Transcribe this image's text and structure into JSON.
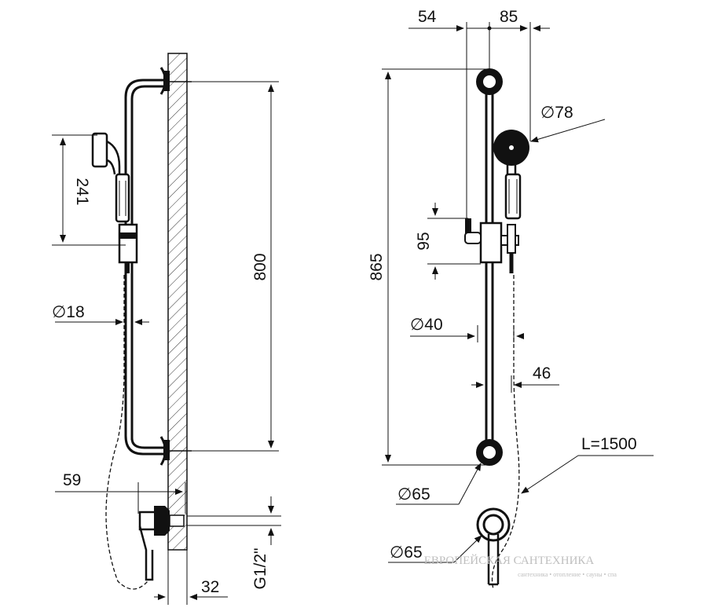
{
  "drawing": {
    "side_view": {
      "dim_height": "800",
      "dim_handle": "241",
      "dim_bar_diameter": "∅18",
      "dim_offset": "59",
      "dim_depth": "32",
      "dim_thread": "G1/2\""
    },
    "front_view": {
      "dim_left": "54",
      "dim_right": "85",
      "dim_head": "∅78",
      "dim_total_height": "865",
      "dim_slider": "95",
      "dim_slider_diameter": "∅40",
      "dim_width": "46",
      "dim_hose_length": "L=1500",
      "dim_bracket_diameter": "∅65",
      "dim_outlet_diameter": "∅65"
    },
    "watermark": {
      "title": "ЕВРОПЕЙСКАЯ САНТЕХНИКА",
      "subtitle": "сантехника • отопление • сауны • спа"
    }
  }
}
